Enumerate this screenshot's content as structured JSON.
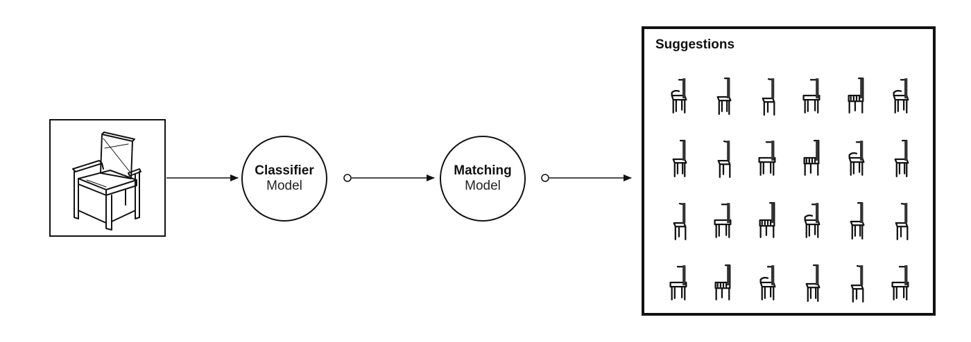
{
  "input": {
    "icon": "chair-sketch-icon"
  },
  "pipeline": {
    "classifier": {
      "line1": "Classifier",
      "line2": "Model"
    },
    "matching": {
      "line1": "Matching",
      "line2": "Model"
    }
  },
  "suggestions": {
    "title": "Suggestions",
    "icon": "chair-thumbnail-icon",
    "rows": 4,
    "columns": 6
  },
  "colors": {
    "stroke": "#111111",
    "background": "#ffffff"
  }
}
